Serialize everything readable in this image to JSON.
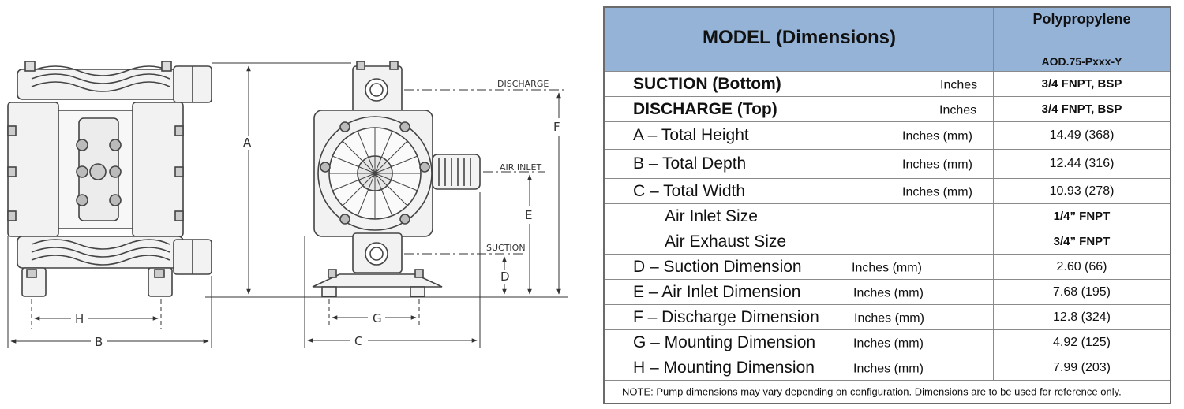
{
  "diagram": {
    "labels": {
      "discharge": "DISCHARGE",
      "air_inlet": "AIR INLET",
      "suction": "SUCTION",
      "A": "A",
      "B": "B",
      "C": "C",
      "D": "D",
      "E": "E",
      "F": "F",
      "G": "G",
      "H": "H"
    }
  },
  "table": {
    "header": {
      "title": "MODEL (Dimensions)",
      "material": "Polypropylene",
      "model": "AOD.75-Pxxx-Y"
    },
    "rows": [
      {
        "label": "SUCTION (Bottom)",
        "unit": "Inches",
        "value": "3/4 FNPT, BSP"
      },
      {
        "label": "DISCHARGE (Top)",
        "unit": "Inches",
        "value": "3/4 FNPT, BSP"
      },
      {
        "label": "A – Total Height",
        "unit": "Inches (mm)",
        "value": "14.49 (368)"
      },
      {
        "label": "B – Total Depth",
        "unit": "Inches (mm)",
        "value": "12.44 (316)"
      },
      {
        "label": "C – Total Width",
        "unit": "Inches (mm)",
        "value": "10.93 (278)"
      },
      {
        "label": "Air Inlet Size",
        "unit": "",
        "value": "1/4” FNPT"
      },
      {
        "label": "Air Exhaust Size",
        "unit": "",
        "value": "3/4” FNPT"
      },
      {
        "label": "D – Suction Dimension",
        "unit": "Inches (mm)",
        "value": "2.60 (66)"
      },
      {
        "label": "E – Air Inlet Dimension",
        "unit": "Inches (mm)",
        "value": "7.68 (195)"
      },
      {
        "label": "F – Discharge Dimension",
        "unit": "Inches (mm)",
        "value": "12.8 (324)"
      },
      {
        "label": "G – Mounting Dimension",
        "unit": "Inches (mm)",
        "value": "4.92 (125)"
      },
      {
        "label": "H – Mounting Dimension",
        "unit": "Inches (mm)",
        "value": "7.99 (203)"
      }
    ],
    "note": "NOTE: Pump dimensions may vary depending on configuration.  Dimensions are to be used for reference only."
  }
}
